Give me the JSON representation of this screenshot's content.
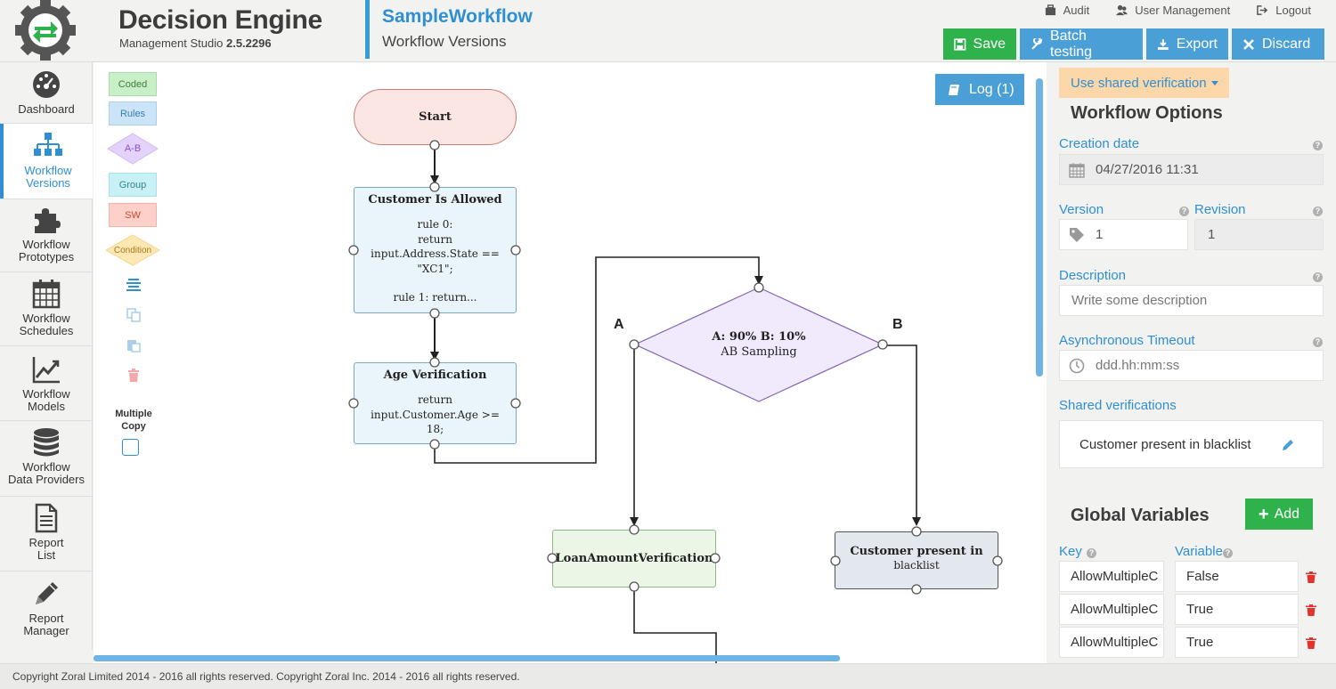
{
  "header": {
    "app_title": "Decision Engine",
    "app_subtitle_prefix": "Management Studio",
    "app_version": "2.5.2296",
    "workflow_name": "SampleWorkflow",
    "page_title": "Workflow Versions",
    "links": {
      "audit": "Audit",
      "user_management": "User Management",
      "logout": "Logout"
    },
    "buttons": {
      "save": "Save",
      "batch_testing": "Batch testing",
      "export": "Export",
      "discard": "Discard"
    }
  },
  "sidebar": {
    "items": [
      {
        "label": "Dashboard",
        "icon": "dashboard-icon"
      },
      {
        "label": "Workflow\nVersions",
        "icon": "sitemap-icon",
        "active": true
      },
      {
        "label": "Workflow\nPrototypes",
        "icon": "puzzle-icon"
      },
      {
        "label": "Workflow\nSchedules",
        "icon": "calendar-icon"
      },
      {
        "label": "Workflow\nModels",
        "icon": "line-chart-icon"
      },
      {
        "label": "Workflow\nData Providers",
        "icon": "database-icon"
      },
      {
        "label": "Report\nList",
        "icon": "document-icon"
      },
      {
        "label": "Report\nManager",
        "icon": "pencil-icon"
      }
    ]
  },
  "palette": {
    "coded": "Coded",
    "rules": "Rules",
    "ab": "A-B",
    "group": "Group",
    "sw": "SW",
    "condition": "Condition",
    "multiple_copy": "Multiple\nCopy"
  },
  "canvas": {
    "log_button": "Log (1)",
    "nodes": {
      "start": {
        "title": "Start"
      },
      "customer_allowed": {
        "title": "Customer Is Allowed",
        "lines": [
          "rule 0:",
          "return",
          "input.Address.State ==",
          "\"XC1\";",
          "",
          "rule 1: return..."
        ]
      },
      "age_verification": {
        "title": "Age Verification",
        "lines": [
          "return",
          "input.Customer.Age >=",
          "18;"
        ]
      },
      "ab_sampling": {
        "title": "A: 90% B: 10%",
        "subtitle": "AB Sampling",
        "label_a": "A",
        "label_b": "B"
      },
      "loan_amount": {
        "title": "LoanAmountVerification"
      },
      "blacklist": {
        "title": "Customer present in",
        "subtitle": "blacklist"
      }
    }
  },
  "panel": {
    "shared_verification_btn": "Use shared verification",
    "workflow_options_title": "Workflow Options",
    "creation_date_label": "Creation date",
    "creation_date_value": "04/27/2016 11:31",
    "version_label": "Version",
    "version_value": "1",
    "revision_label": "Revision",
    "revision_value": "1",
    "description_label": "Description",
    "description_placeholder": "Write some description",
    "async_timeout_label": "Asynchronous Timeout",
    "async_timeout_placeholder": "ddd.hh:mm:ss",
    "shared_verifications_label": "Shared verifications",
    "shared_verification_item": "Customer present in blacklist",
    "global_variables_title": "Global Variables",
    "add_button": "Add",
    "key_header": "Key",
    "variable_header": "Variable",
    "variables": [
      {
        "key": "AllowMultipleC",
        "value": "False"
      },
      {
        "key": "AllowMultipleC",
        "value": "True"
      },
      {
        "key": "AllowMultipleC",
        "value": "True"
      }
    ]
  },
  "footer": {
    "copyright": "Copyright Zoral Limited 2014 - 2016 all rights reserved. Copyright Zoral Inc. 2014 - 2016 all rights reserved."
  },
  "colors": {
    "accent_blue": "#2f8fd2",
    "button_blue": "#4a9fd6",
    "button_green": "#2fb24b",
    "shared_orange": "#fbd7a9"
  }
}
